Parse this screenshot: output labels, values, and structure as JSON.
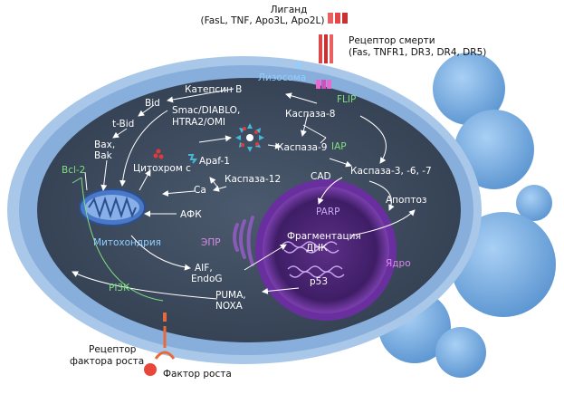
{
  "ligand": {
    "title": "Лиганд",
    "examples": "(FasL, TNF, Apo3L, Apo2L)"
  },
  "death_receptor": {
    "title": "Рецептор смерти",
    "examples": "(Fas, TNFR1, DR3, DR4, DR5)"
  },
  "growth_factor_receptor": {
    "line1": "Рецептор",
    "line2": "фактора роста"
  },
  "growth_factor": "Фактор роста",
  "cell": {
    "lysosome": "Лизосома",
    "flip": "FLIP",
    "cathepsin_b": "Катепсин B",
    "caspase8": "Каспаза-8",
    "bid": "Bid",
    "tbid": "t-Bid",
    "bax": "Bax,",
    "bak": "Bak",
    "smac1": "Smac/DIABLO,",
    "smac2": "HTRA2/OMI",
    "caspase9": "Каспаза-9",
    "iap": "IAP",
    "bcl2": "Bcl-2",
    "cytochrome_c": "Цитохром с",
    "apaf1": "Apaf-1",
    "cad": "CAD",
    "caspase367": "Каспаза-3, -6, -7",
    "ca": "Ca",
    "caspase12": "Каспаза-12",
    "apoptosis": "Апоптоз",
    "afk": "АФК",
    "parp": "PARP",
    "mitochondria": "Митохондрия",
    "epr": "ЭПР",
    "dna_frag1": "Фрагментация",
    "dna_frag2": "ДНК",
    "nucleus": "Ядро",
    "aif1": "AIF,",
    "aif2": "EndoG",
    "p53": "p53",
    "pi3k": "PI3K",
    "puma1": "PUMA,",
    "puma2": "NOXA"
  },
  "colors": {
    "cytoplasm": "#3d4a5c",
    "membrane": "#a8c6e8",
    "nucleus": "#5a2a8a",
    "blebs": "#7aaede",
    "mitochondria": "#4a78c8"
  }
}
